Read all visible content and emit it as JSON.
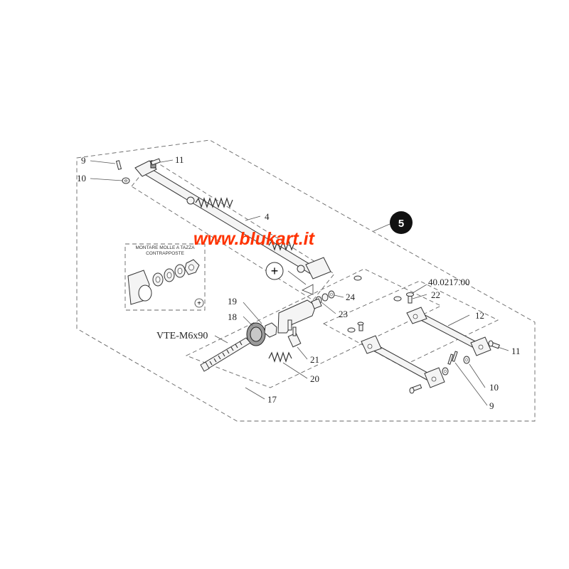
{
  "watermark": "www.blukart.it",
  "group_badge": "5",
  "inset_note": {
    "line1": "MONTARE MOLLE A TAZZA",
    "line2": "CONTRAPPOSTE"
  },
  "plus_symbol": "+",
  "labels": {
    "p9_top": "9",
    "p10_top": "10",
    "p11_top": "11",
    "p4": "4",
    "p24": "24",
    "p23": "23",
    "p19": "19",
    "p18": "18",
    "vte": "VTE-M6x90",
    "p21": "21",
    "p20": "20",
    "p17": "17",
    "code": "40.0217.00",
    "p22": "22",
    "p12": "12",
    "p11_right": "11",
    "p10_bottom": "10",
    "p9_bottom": "9"
  }
}
